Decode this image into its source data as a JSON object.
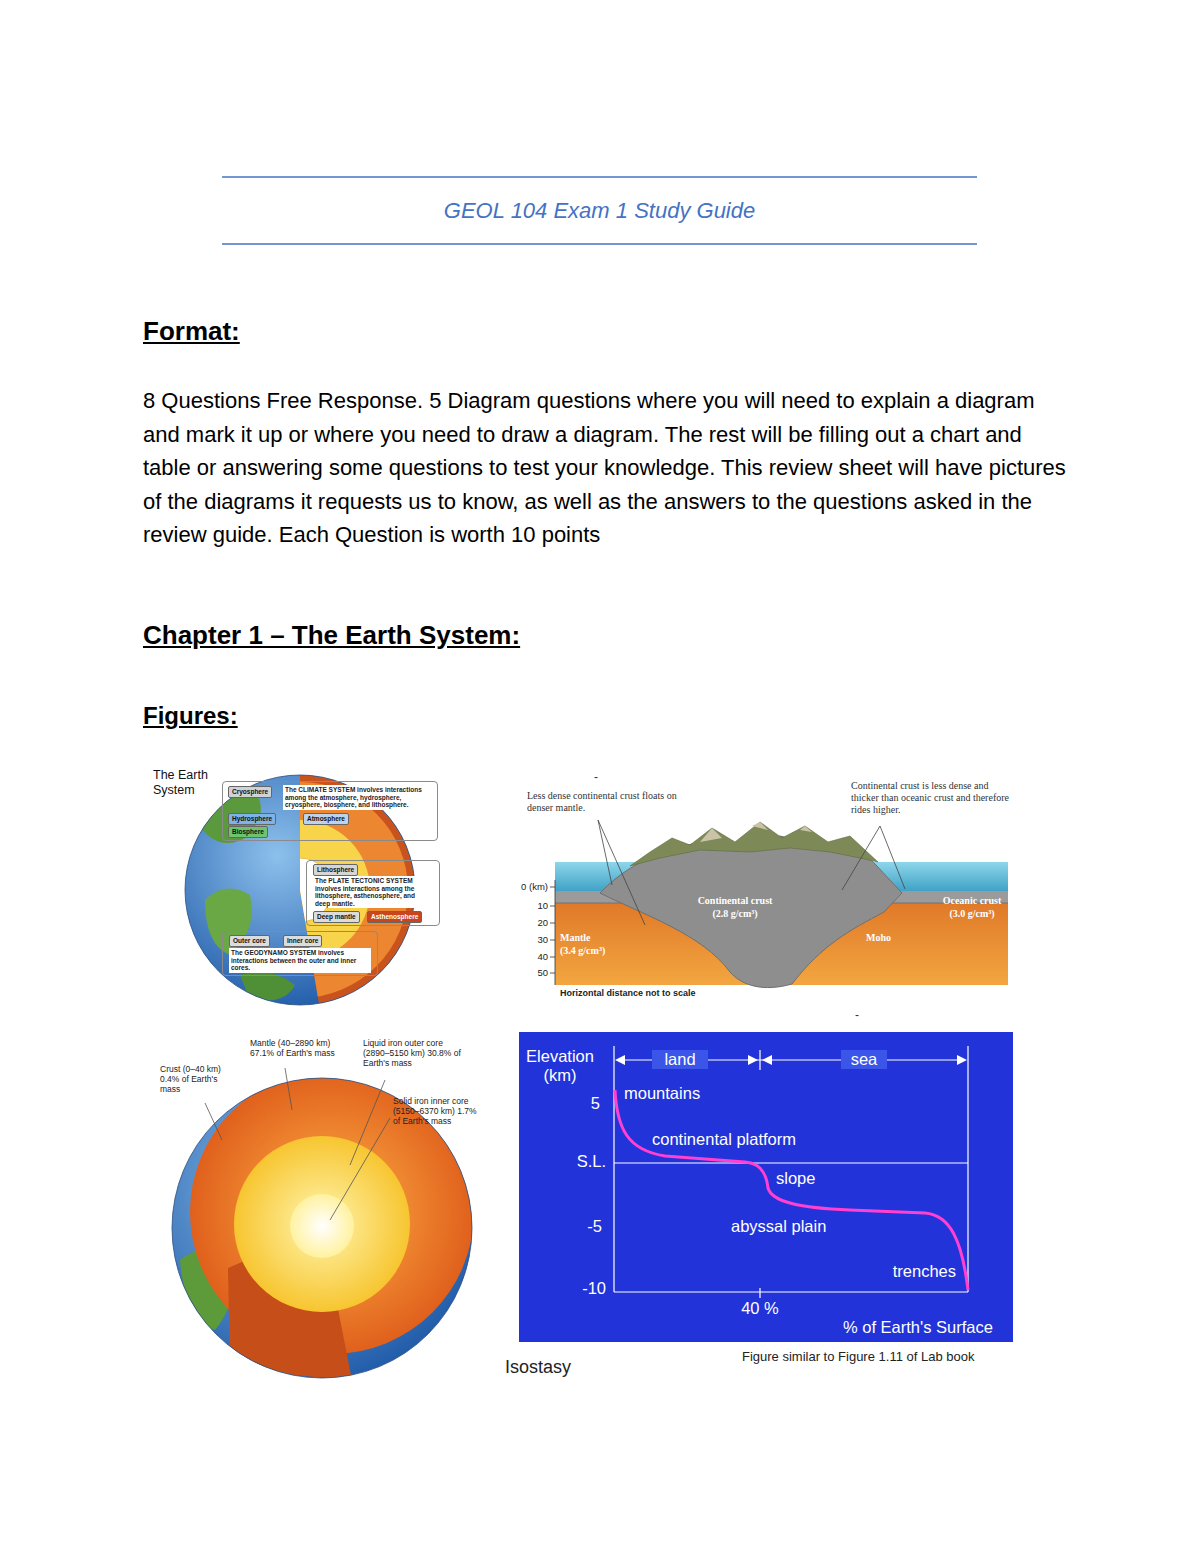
{
  "diagram": {
    "title": "GEOL 104 Exam 1 Study Guide",
    "nodes": [
      {
        "text": [
          "The CLIMATE SYSTEM involves interactions among the atmosphere, hydrosphere, cryosphere, biosphere, and lithosphere."
        ]
      },
      {
        "text": [
          "Cryosphere"
        ],
        "in": 0
      },
      {
        "text": [
          "Atmosphere"
        ],
        "in": 0
      },
      {
        "text": [
          "Hydrosphere"
        ],
        "in": 0
      },
      {
        "text": [
          "Biosphere"
        ],
        "in": 0
      },
      {
        "text": [
          "The PLATE TECTONIC SYSTEM involves interactions among the lithosphere, asthenosphere, and deep mantle."
        ]
      },
      {
        "text": [
          "Lithosphere"
        ],
        "in": 5
      },
      {
        "text": [
          "Asthenosphere"
        ],
        "in": 5
      },
      {
        "text": [
          "Deep mantle"
        ],
        "in": 5
      },
      {
        "text": [
          "The GEODYNAMO SYSTEM involves interactions between the outer and inner cores."
        ]
      },
      {
        "text": [
          "Inner core"
        ],
        "in": 9
      },
      {
        "text": [
          "Outer core"
        ],
        "in": 9
      }
    ],
    "labels": [
      "Format:",
      "8 Questions Free Response. 5 Diagram questions where you will need to explain a diagram and mark it up or where you need to draw a diagram. The rest will be filling out a chart and table or answering some questions to test your knowledge. This review sheet will have pictures of the diagrams it requests us to know, as well as the answers to the questions asked in the review guide. Each Question is worth 10 points",
      "Chapter 1 – The Earth System:",
      "Figures:",
      "The Earth System",
      "Less dense continental crust floats on denser mantle.",
      "Continental crust is less dense and thicker than oceanic crust and therefore rides higher.",
      "0 (km)",
      "10",
      "20",
      "30",
      "40",
      "50",
      "Continental crust",
      "(2.8 g/cm³)",
      "Oceanic crust",
      "(3.0 g/cm³)",
      "Mantle",
      "(3.4 g/cm³)",
      "Moho",
      "Horizontal distance not to scale",
      "Crust (0–40 km) 0.4% of Earth's mass",
      "Mantle (40–2890 km) 67.1% of Earth's mass",
      "Liquid iron outer core (2890–5150 km) 30.8% of Earth's mass",
      "Solid iron inner core (5150–6370 km) 1.7% of Earth's mass",
      "Elevation (km)",
      "land",
      "sea",
      "5",
      "S.L.",
      "-5",
      "-10",
      "mountains",
      "continental platform",
      "slope",
      "abyssal plain",
      "trenches",
      "40 %",
      "% of Earth's Surface",
      "Isostasy",
      "Figure similar to Figure 1.11 of Lab book",
      "-",
      "-"
    ]
  }
}
